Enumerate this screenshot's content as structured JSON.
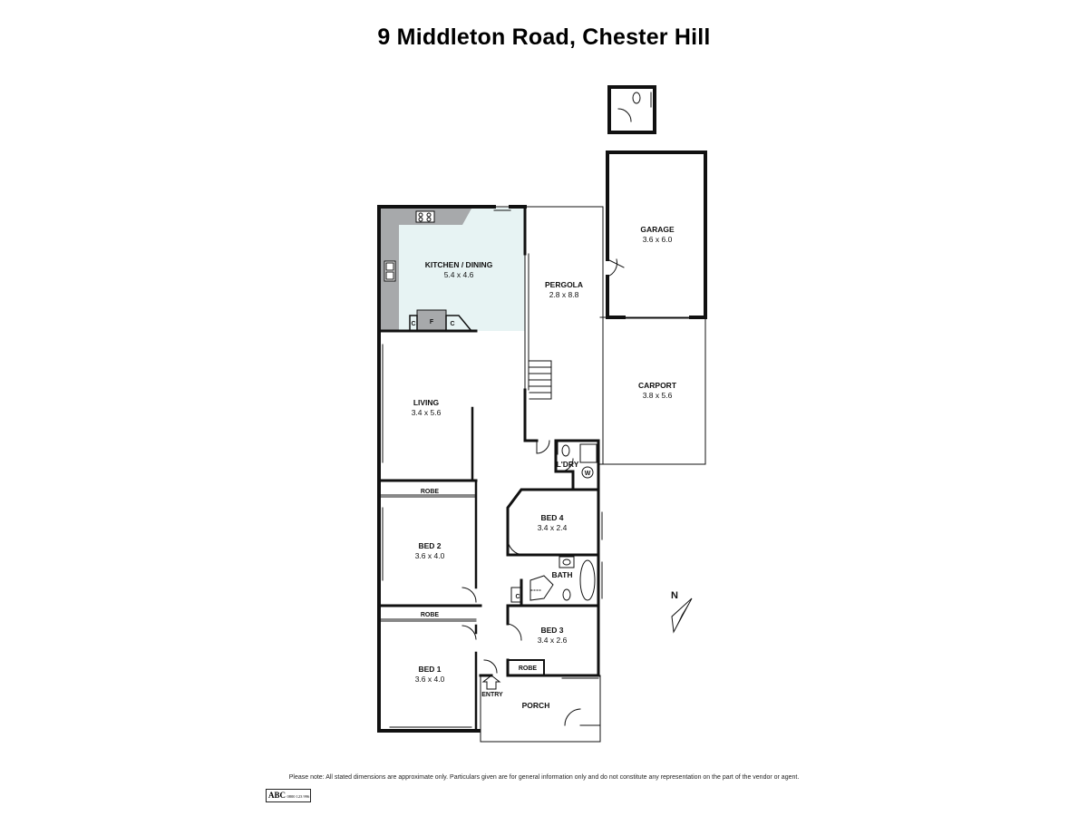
{
  "title": "9 Middleton Road, Chester Hill",
  "rooms": {
    "kitchen": {
      "name": "KITCHEN / DINING",
      "dims": "5.4 x 4.6"
    },
    "pergola": {
      "name": "PERGOLA",
      "dims": "2.8 x 8.8"
    },
    "garage": {
      "name": "GARAGE",
      "dims": "3.6 x 6.0"
    },
    "carport": {
      "name": "CARPORT",
      "dims": "3.8 x 5.6"
    },
    "living": {
      "name": "LIVING",
      "dims": "3.4 x 5.6"
    },
    "laundry": {
      "name": "L'DRY"
    },
    "bed4": {
      "name": "BED 4",
      "dims": "3.4 x 2.4"
    },
    "bed2": {
      "name": "BED 2",
      "dims": "3.6 x 4.0"
    },
    "bath": {
      "name": "BATH"
    },
    "bed3": {
      "name": "BED 3",
      "dims": "3.4 x 2.6"
    },
    "bed1": {
      "name": "BED 1",
      "dims": "3.6 x 4.0"
    },
    "porch": {
      "name": "PORCH"
    },
    "entry": {
      "name": "ENTRY"
    },
    "robe_bed2": {
      "name": "ROBE"
    },
    "robe_bed1": {
      "name": "ROBE"
    },
    "robe_bed3": {
      "name": "ROBE"
    }
  },
  "fixtures": {
    "fridge": "F",
    "cupboard_a": "C",
    "cupboard_b": "C",
    "cupboard_c": "C",
    "washer": "W"
  },
  "compass": "N",
  "disclaimer": "Please note: All stated dimensions are approximate only. Particulars given are for general information only and do not constitute any representation on the part of the vendor or agent.",
  "logo": {
    "brand": "ABC",
    "phone": "0800 123 996"
  },
  "colors": {
    "wall": "#111111",
    "bench": "#a7a9ab",
    "kitchen_floor": "#e7f3f3"
  }
}
